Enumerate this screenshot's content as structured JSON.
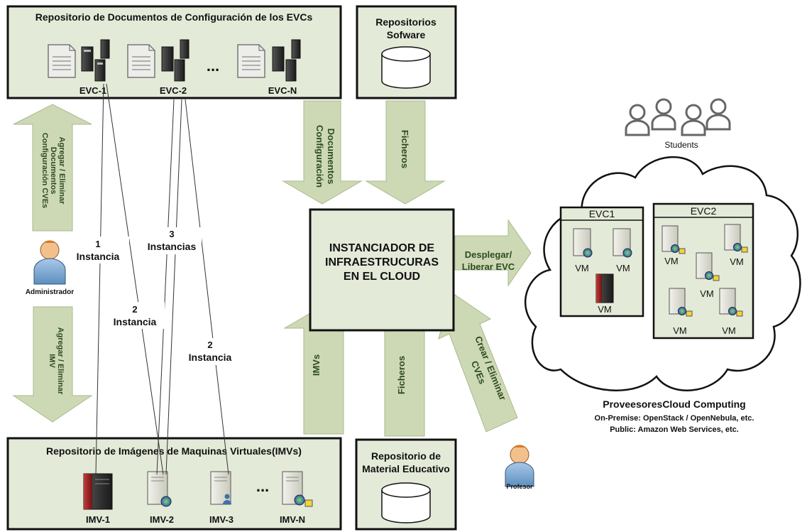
{
  "repos": {
    "evc_title": "Repositorio de Documentos de Configuración de los EVCs",
    "evc_items": [
      "EVC-1",
      "EVC-2",
      "EVC-N"
    ],
    "evc_ellipsis": "...",
    "software_title_1": "Repositorios",
    "software_title_2": "Sofware",
    "imv_title": "Repositorio de Imágenes de Maquinas Virtuales(IMVs)",
    "imv_items": [
      "IMV-1",
      "IMV-2",
      "IMV-3",
      "IMV-N"
    ],
    "imv_ellipsis": "...",
    "material_title_1": "Repositorio de",
    "material_title_2": "Material Educativo"
  },
  "center": {
    "line1": "INSTANCIADOR DE",
    "line2": "INFRAESTRUCURAS",
    "line3": "EN EL CLOUD"
  },
  "arrows": {
    "docs_config_1": "Documentos",
    "docs_config_2": "Configuración",
    "ficheros_top": "Ficheros",
    "desplegar_1": "Desplegar/",
    "desplegar_2": "Liberar EVC",
    "imvs": "IMVs",
    "ficheros_bottom": "Ficheros",
    "crear_1": "Crear / Eliminar",
    "crear_2": "CVEs",
    "agregar_top_1": "Agregar / Eliminar",
    "agregar_top_2": "Documentos",
    "agregar_top_3": "Configuración CVEs",
    "agregar_bottom_1": "Agregar / Eliminar",
    "agregar_bottom_2": "IMV"
  },
  "instances": {
    "i1_num": "1",
    "i1_txt": "Instancia",
    "i2_num": "2",
    "i2_txt": "Instancia",
    "i3_num": "3",
    "i3_txt": "Instancias",
    "i4_num": "2",
    "i4_txt": "Instancia"
  },
  "actors": {
    "admin": "Administrador",
    "profesor": "Profesor",
    "students": "Students"
  },
  "cloud": {
    "evc1": "EVC1",
    "evc2": "EVC2",
    "vm": "VM",
    "provider_title": "ProveesoresCloud Computing",
    "provider_line1": "On-Premise: OpenStack / OpenNebula, etc.",
    "provider_line2": "Public: Amazon Web Services, etc."
  },
  "colors": {
    "box_fill": "#e4ead8",
    "arrow_fill": "#cdd9b4",
    "arrow_text": "#2d4a22"
  }
}
